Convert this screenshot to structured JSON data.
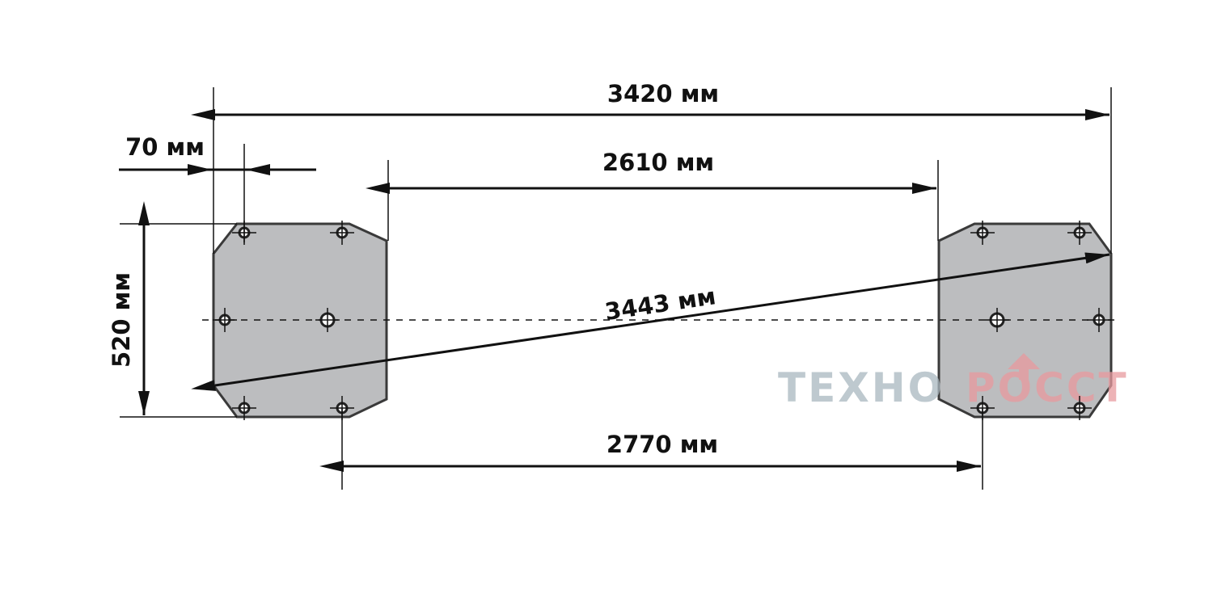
{
  "dimensions": {
    "overall_length": "3420 мм",
    "offset": "70 мм",
    "inner_gap": "2610 мм",
    "plate_width": "520 мм",
    "diagonal": "3443 мм",
    "hole_spacing": "2770 мм"
  },
  "watermark": {
    "part1": "ТЕХНО",
    "part2": "РОССТ"
  },
  "colors": {
    "plate": "#bcbdbf",
    "outline": "#3a3a3a",
    "watermark_gray": "#a9b7bf",
    "watermark_red": "#e89a9e"
  }
}
